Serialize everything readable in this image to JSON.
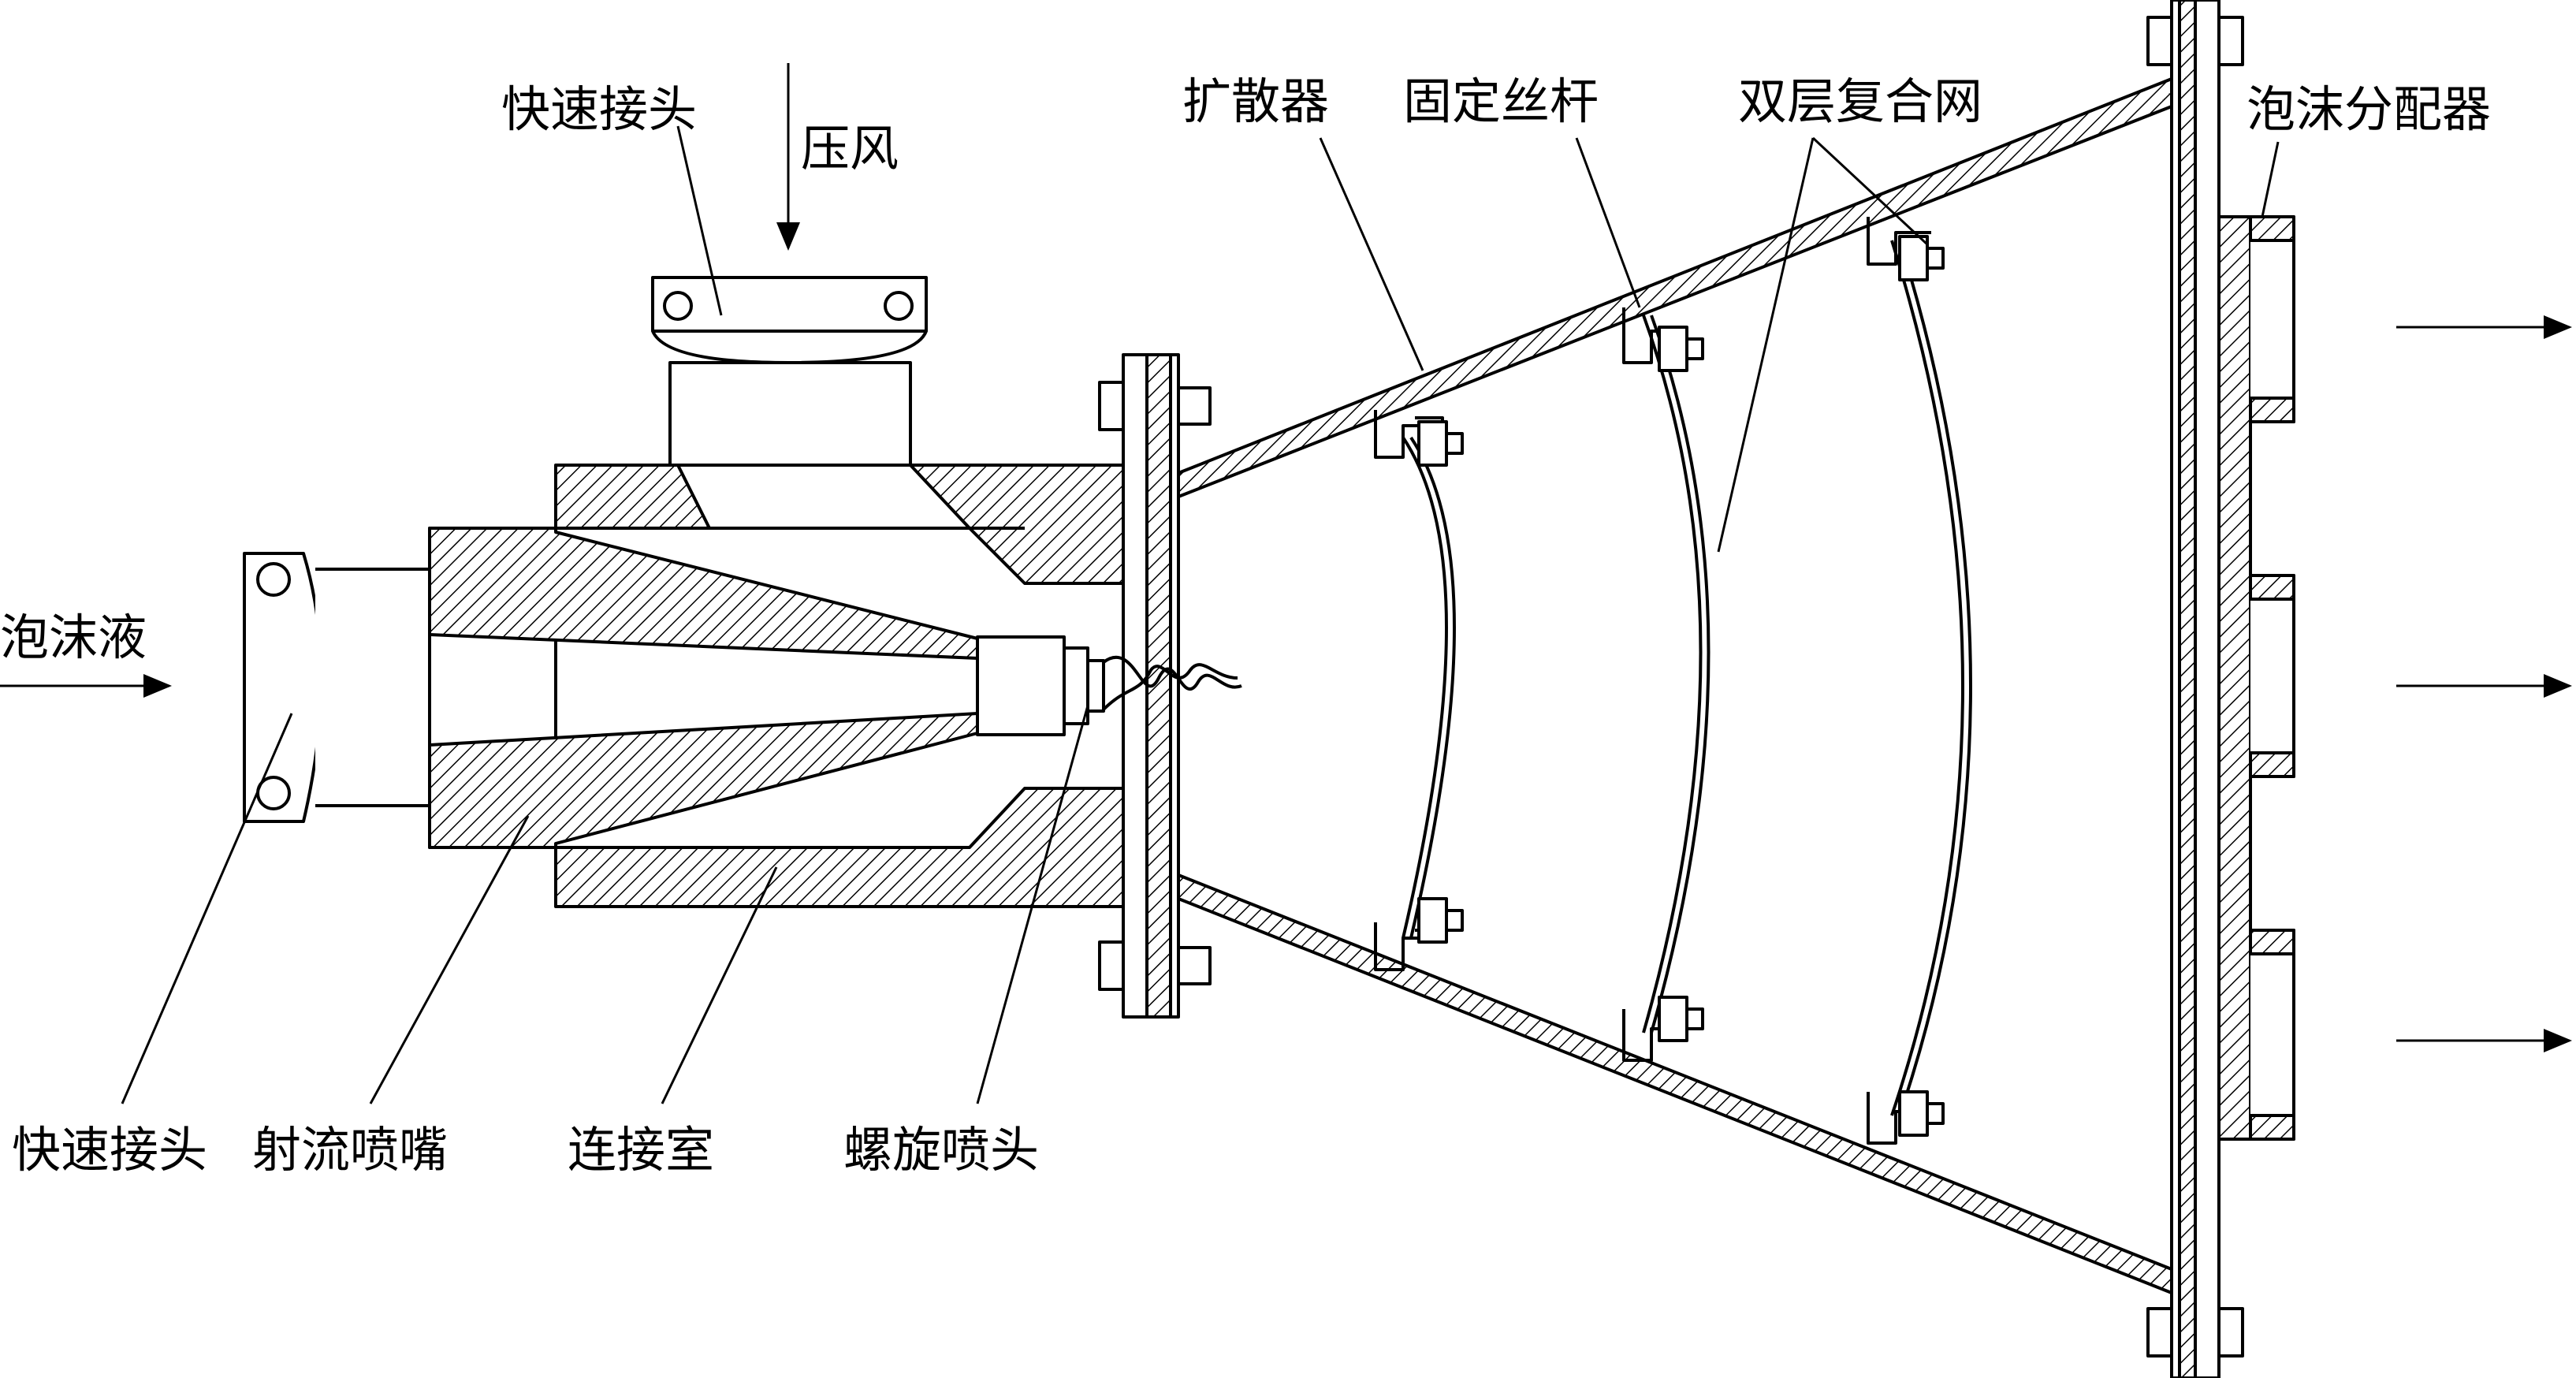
{
  "labels": {
    "quick_connector_top": "快速接头",
    "compressed_air": "压风",
    "foam_liquid": "泡沫液",
    "diffuser": "扩散器",
    "fixing_rod": "固定丝杆",
    "double_mesh": "双层复合网",
    "foam_distributor": "泡沫分配器",
    "quick_connector_bottom": "快速接头",
    "jet_nozzle": "射流喷嘴",
    "connecting_chamber": "连接室",
    "spiral_nozzle": "螺旋喷头"
  },
  "colors": {
    "line": "#000000",
    "background": "#ffffff"
  }
}
